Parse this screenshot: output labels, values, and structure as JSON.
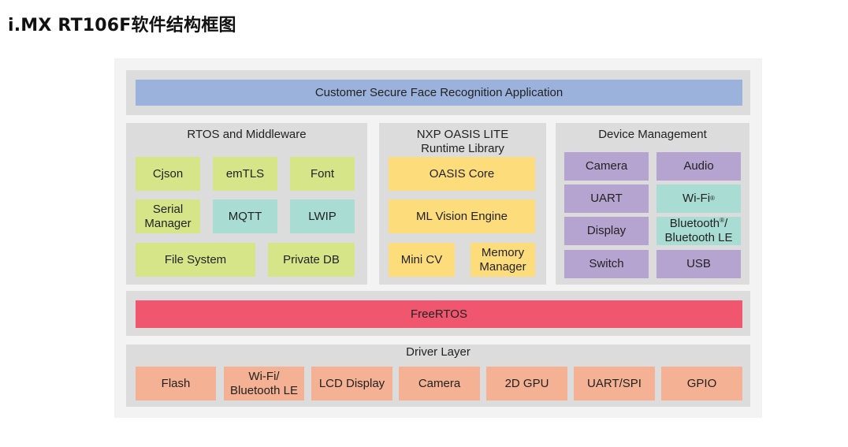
{
  "page": {
    "title": "i.MX RT106F软件结构框图"
  },
  "application": {
    "label": "Customer Secure Face Recognition Application"
  },
  "rtos_middleware": {
    "title": "RTOS and Middleware",
    "items": [
      "Cjson",
      "emTLS",
      "Font",
      "Serial Manager",
      "MQTT",
      "LWIP",
      "File System",
      "Private DB"
    ]
  },
  "oasis": {
    "title_line1": "NXP OASIS LITE",
    "title_line2": "Runtime Library",
    "items": [
      "OASIS Core",
      "ML Vision Engine",
      "Mini CV",
      "Memory Manager"
    ]
  },
  "device_mgmt": {
    "title": "Device Management",
    "items": [
      "Camera",
      "Audio",
      "UART",
      "Wi-Fi",
      "Display",
      "Bluetooth",
      "Bluetooth LE",
      "Switch",
      "USB"
    ],
    "reg_mark": "®",
    "bt_suffix": "/"
  },
  "freertos": {
    "label": "FreeRTOS"
  },
  "driver_layer": {
    "title": "Driver Layer",
    "items": [
      "Flash",
      "Wi-Fi/",
      "Bluetooth LE",
      "LCD Display",
      "Camera",
      "2D GPU",
      "UART/SPI",
      "GPIO"
    ]
  },
  "colors": {
    "app_bar": "#9bb2dd",
    "freertos_bar": "#f0566e",
    "green": "#d6e587",
    "teal": "#a9ddd4",
    "yellow": "#fddc7b",
    "purple": "#b6a4d0",
    "orange": "#f4b193"
  }
}
